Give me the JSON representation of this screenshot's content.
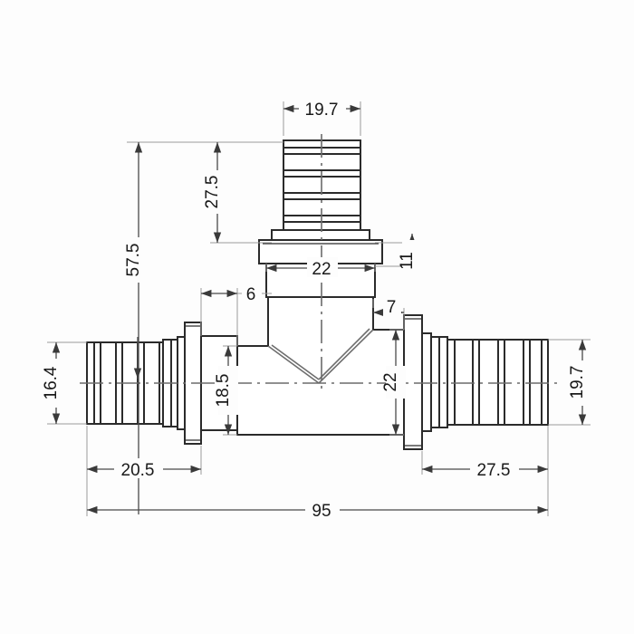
{
  "drawing": {
    "title": "PEX tee fitting dimensioned drawing",
    "units": "mm",
    "background_color": "#fdfdfd",
    "line_color": "#2b2b2b",
    "dim_line_color": "#555555",
    "center_line_color": "#6b6b6b",
    "text_color": "#1a1a1a"
  },
  "dimensions": {
    "branch_barb_diameter": "19.7",
    "branch_height": "27.5",
    "overall_height": "57.5",
    "branch_flange_width": "22",
    "branch_flange_thickness": "11",
    "left_shoulder_offset": "6",
    "right_shoulder_offset": "7",
    "left_barb_diameter": "16.4",
    "body_bore_left": "18.5",
    "body_bore_right": "22",
    "right_barb_diameter": "19.7",
    "left_length": "20.5",
    "right_length": "27.5",
    "overall_length": "95"
  },
  "parts": {
    "left_barb": "left-barb-connector",
    "right_barb": "right-barb-connector",
    "branch_barb": "branch-barb-connector",
    "body": "tee-body",
    "left_collar": "left-sleeve-collar",
    "right_collar": "right-sleeve-collar",
    "branch_collar": "branch-sleeve-collar"
  }
}
